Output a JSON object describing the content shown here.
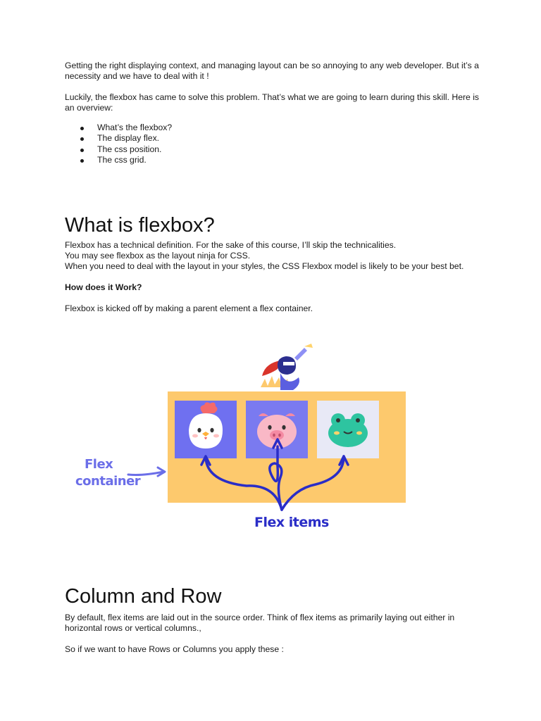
{
  "intro": {
    "p1": "Getting the right displaying context, and managing layout can be so annoying to any web developer. But it’s a necessity and we have to deal with it !",
    "p2": "Luckily, the flexbox has came to solve this problem. That’s what we are going to learn during this skill. Here is an overview:",
    "bullets": [
      "What’s the flexbox?",
      "The display flex.",
      "The css position.",
      "The css grid."
    ]
  },
  "flexbox_section": {
    "heading": "What is flexbox?",
    "lines": [
      "Flexbox has a technical definition. For the sake of this course, I’ll skip the technicalities.",
      "You may see flexbox as the layout ninja for CSS.",
      "When you need to deal with the layout in your styles, the CSS Flexbox model is likely to be your best bet."
    ],
    "subheading": "How does it Work?",
    "p2": "Flexbox is kicked off by making a parent element a flex container."
  },
  "illustration": {
    "label_container_line1": "Flex",
    "label_container_line2": "container",
    "label_items": "Flex items",
    "colors": {
      "container": "#fdc96d",
      "item_blue": "#6f70f0",
      "item_light": "#e8e9f6",
      "label_container": "#6b6ee8",
      "label_items": "#2a2dc7"
    }
  },
  "column_section": {
    "heading": "Column and Row",
    "p1": "By default, flex items are laid out in the source order. Think of flex items as primarily laying out either in horizontal rows or vertical columns.,",
    "p2": "So if we want to have Rows or Columns you apply these :"
  }
}
